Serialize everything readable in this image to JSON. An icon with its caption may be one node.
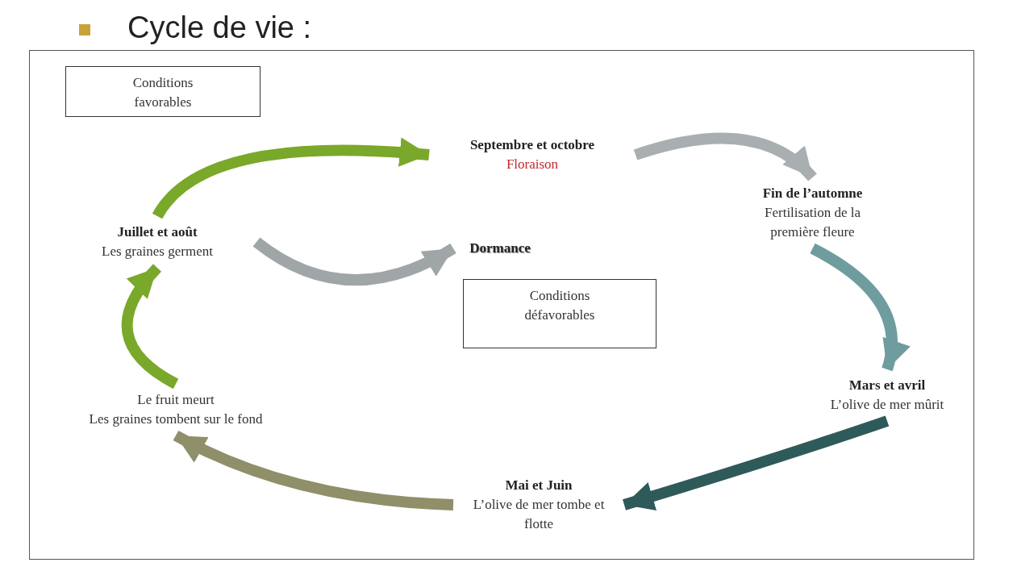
{
  "diagram": {
    "title": "Cycle de vie :",
    "nodes": [
      {
        "text": [
          "Conditions favorables"
        ]
      },
      {
        "text": [
          "Septembre et octobre",
          "Floraison"
        ]
      },
      {
        "text": [
          "Fin de l’automne",
          "Fertilisation de la première fleure"
        ]
      },
      {
        "text": [
          "Mars et avril",
          "L’olive de mer mûrit"
        ]
      },
      {
        "text": [
          "Mai et Juin",
          "L’olive de mer tombe et flotte"
        ]
      },
      {
        "text": [
          "Le fruit meurt",
          "Les graines tombent sur le fond"
        ]
      },
      {
        "text": [
          "Juillet et août",
          "Les graines germent"
        ]
      },
      {
        "text": [
          "Dormance"
        ]
      },
      {
        "text": [
          "Conditions défavorables"
        ]
      }
    ],
    "edges": [
      {
        "from": 6,
        "to": 1,
        "arrow": "to",
        "color": "#7aa82a"
      },
      {
        "from": 1,
        "to": 2,
        "arrow": "to",
        "color": "#a9afb1"
      },
      {
        "from": 2,
        "to": 3,
        "arrow": "to",
        "color": "#6f9c9e"
      },
      {
        "from": 3,
        "to": 4,
        "arrow": "to",
        "color": "#2f5a5a"
      },
      {
        "from": 4,
        "to": 5,
        "arrow": "to",
        "color": "#8f8f6a"
      },
      {
        "from": 5,
        "to": 6,
        "arrow": "to",
        "color": "#7aa82a"
      },
      {
        "from": 6,
        "to": 7,
        "arrow": "to",
        "color": "#a0a6a8"
      }
    ]
  }
}
